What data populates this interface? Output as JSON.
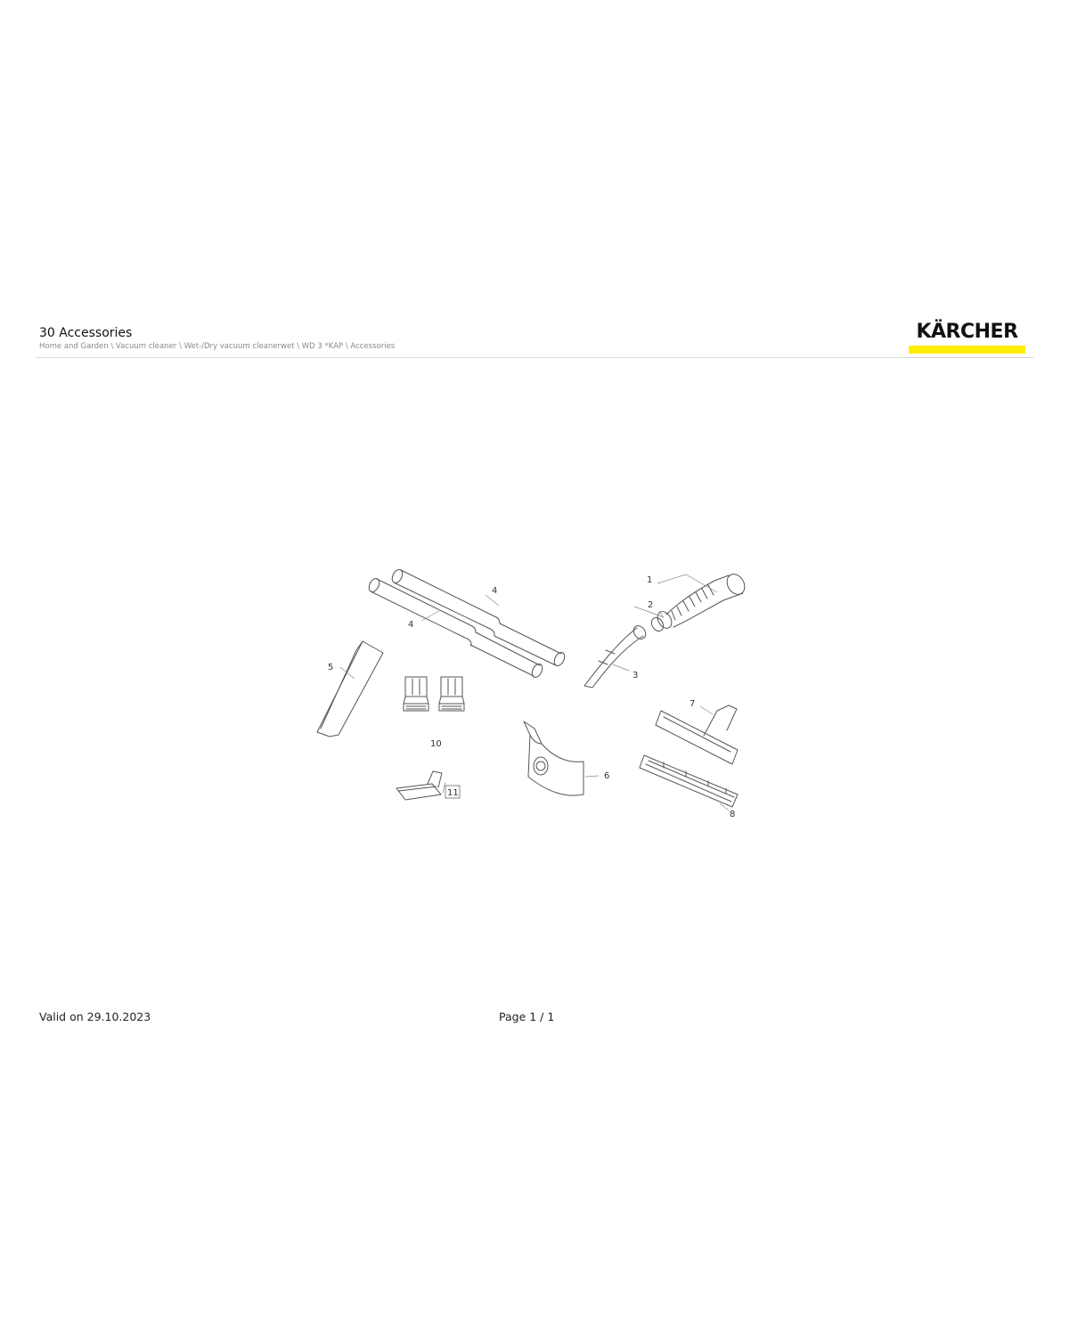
{
  "header": {
    "title": "30 Accessories",
    "breadcrumb": "Home and Garden \\ Vacuum cleaner \\ Wet-/Dry vacuum cleanerwet \\ WD 3 *KAP \\ Accessories"
  },
  "logo": {
    "text": "KÄRCHER",
    "bar_color": "#ffed00",
    "text_color": "#111111"
  },
  "diagram": {
    "callouts": [
      "1",
      "2",
      "3",
      "4",
      "4",
      "5",
      "6",
      "7",
      "8",
      "10",
      "11"
    ]
  },
  "footer": {
    "valid": "Valid on 29.10.2023",
    "page": "Page 1 / 1"
  }
}
